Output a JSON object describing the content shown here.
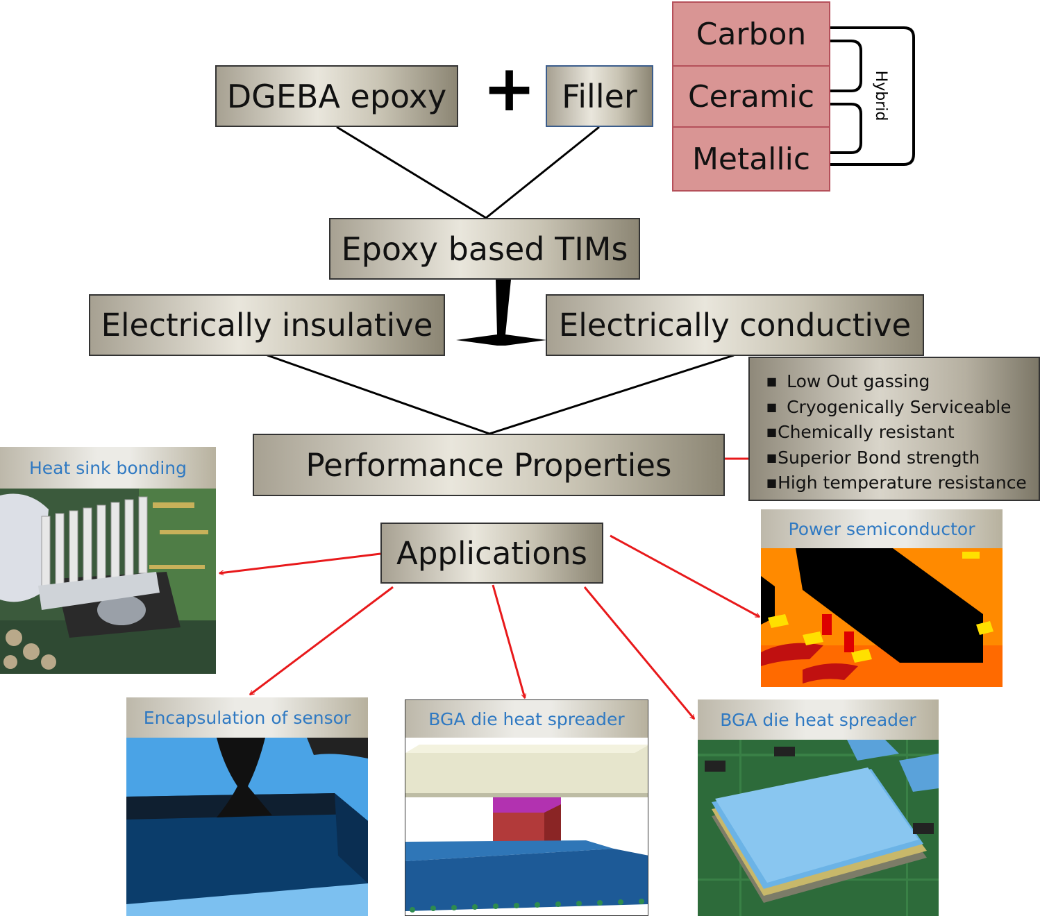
{
  "inputs": {
    "resin": "DGEBA epoxy",
    "plus_symbol": "+",
    "filler": "Filler"
  },
  "filler_types": [
    "Carbon",
    "Ceramic",
    "Metallic"
  ],
  "hybrid_label": "Hybrid",
  "product": "Epoxy based TIMs",
  "categories": {
    "insulative": "Electrically insulative",
    "conductive": "Electrically conductive"
  },
  "performance": {
    "title": "Performance Properties",
    "items": [
      "Low Out gassing",
      "Cryogenically Serviceable",
      "Chemically resistant",
      "Superior Bond strength",
      "High temperature resistance"
    ]
  },
  "applications": {
    "title": "Applications",
    "items": [
      "Heat sink bonding",
      "Power semiconductor",
      "Encapsulation of sensor",
      "BGA  die heat spreader",
      "BGA  die heat spreader"
    ]
  },
  "colors": {
    "arrow": "#e8191b",
    "caption_text": "#2f79c2",
    "filler_type_fill": "#d99594",
    "connector": "#000000"
  }
}
